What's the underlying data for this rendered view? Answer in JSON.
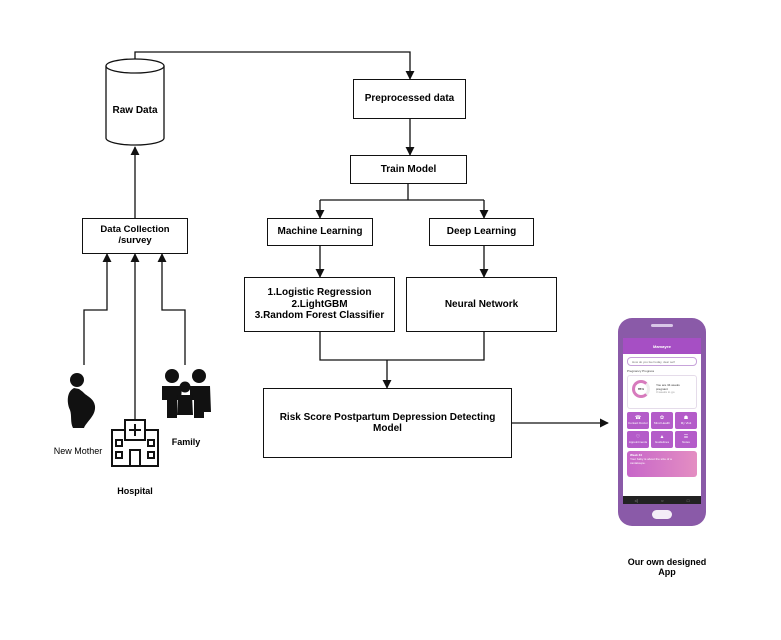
{
  "nodes": {
    "raw_data": "Raw Data",
    "preprocessed": "Preprocessed data",
    "train_model": "Train Model",
    "machine_learning": "Machine Learning",
    "deep_learning": "Deep Learning",
    "ml_models": "1.Logistic Regression\n2.LightGBM\n3.Random Forest Classifier",
    "neural_network": "Neural Network",
    "risk_score": "Risk  Score Postpartum Depression Detecting\nModel",
    "data_collection": "Data Collection\n/survey"
  },
  "sources": {
    "new_mother": "New Mother",
    "hospital": "Hospital",
    "family": "Family"
  },
  "app_caption": "Our own designed\nApp",
  "phone_screen": {
    "app_title": "Mamayee",
    "search_placeholder": "How do you feel today, dear self",
    "section": "Pregnancy Progress",
    "progress_percent": "85%",
    "progress_line1": "You are 34 weeks",
    "progress_line2": "pregnant",
    "progress_line3": "3 weeks to go",
    "tiles": [
      {
        "icon": "☎",
        "label": "Contact Doctor"
      },
      {
        "icon": "✿",
        "label": "Mind Health"
      },
      {
        "icon": "☗",
        "label": "My Visit"
      },
      {
        "icon": "♡",
        "label": "Appointments"
      },
      {
        "icon": "▲",
        "label": "Guidelines"
      },
      {
        "icon": "☰",
        "label": "Notes"
      }
    ],
    "banner_title": "Week 34",
    "banner_text": "Your baby is about the size of a cantaloupe."
  },
  "colors": {
    "phone_body": "#8a5aa8",
    "app_accent": "#a64fc4",
    "line": "#111111"
  }
}
